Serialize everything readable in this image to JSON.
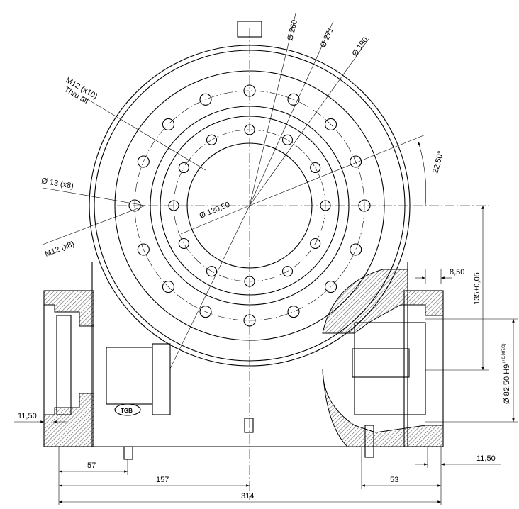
{
  "drawing": {
    "logo_text": "TGB",
    "labels": {
      "dia_260": "Ø 260",
      "dia_271": "Ø 271",
      "dia_190": "Ø 190",
      "m12_x10": "M12 (x10)",
      "thru_all": "Thru all",
      "angle": "22,50°",
      "dia_13_x8": "Ø 13 (x8)",
      "m12_x8": "M12 (x8)",
      "dia_120_50": "Ø 120,50",
      "dim_8_50": "8,50",
      "dim_135": "135±0,05",
      "dia_82_50": "Ø 82,50 H9",
      "tol_82_50": "(+0.087/0)",
      "dim_11_50_left": "11,50",
      "dim_11_50_right": "11,50",
      "dim_57": "57",
      "dim_157": "157",
      "dim_53": "53",
      "dim_314": "314"
    }
  }
}
